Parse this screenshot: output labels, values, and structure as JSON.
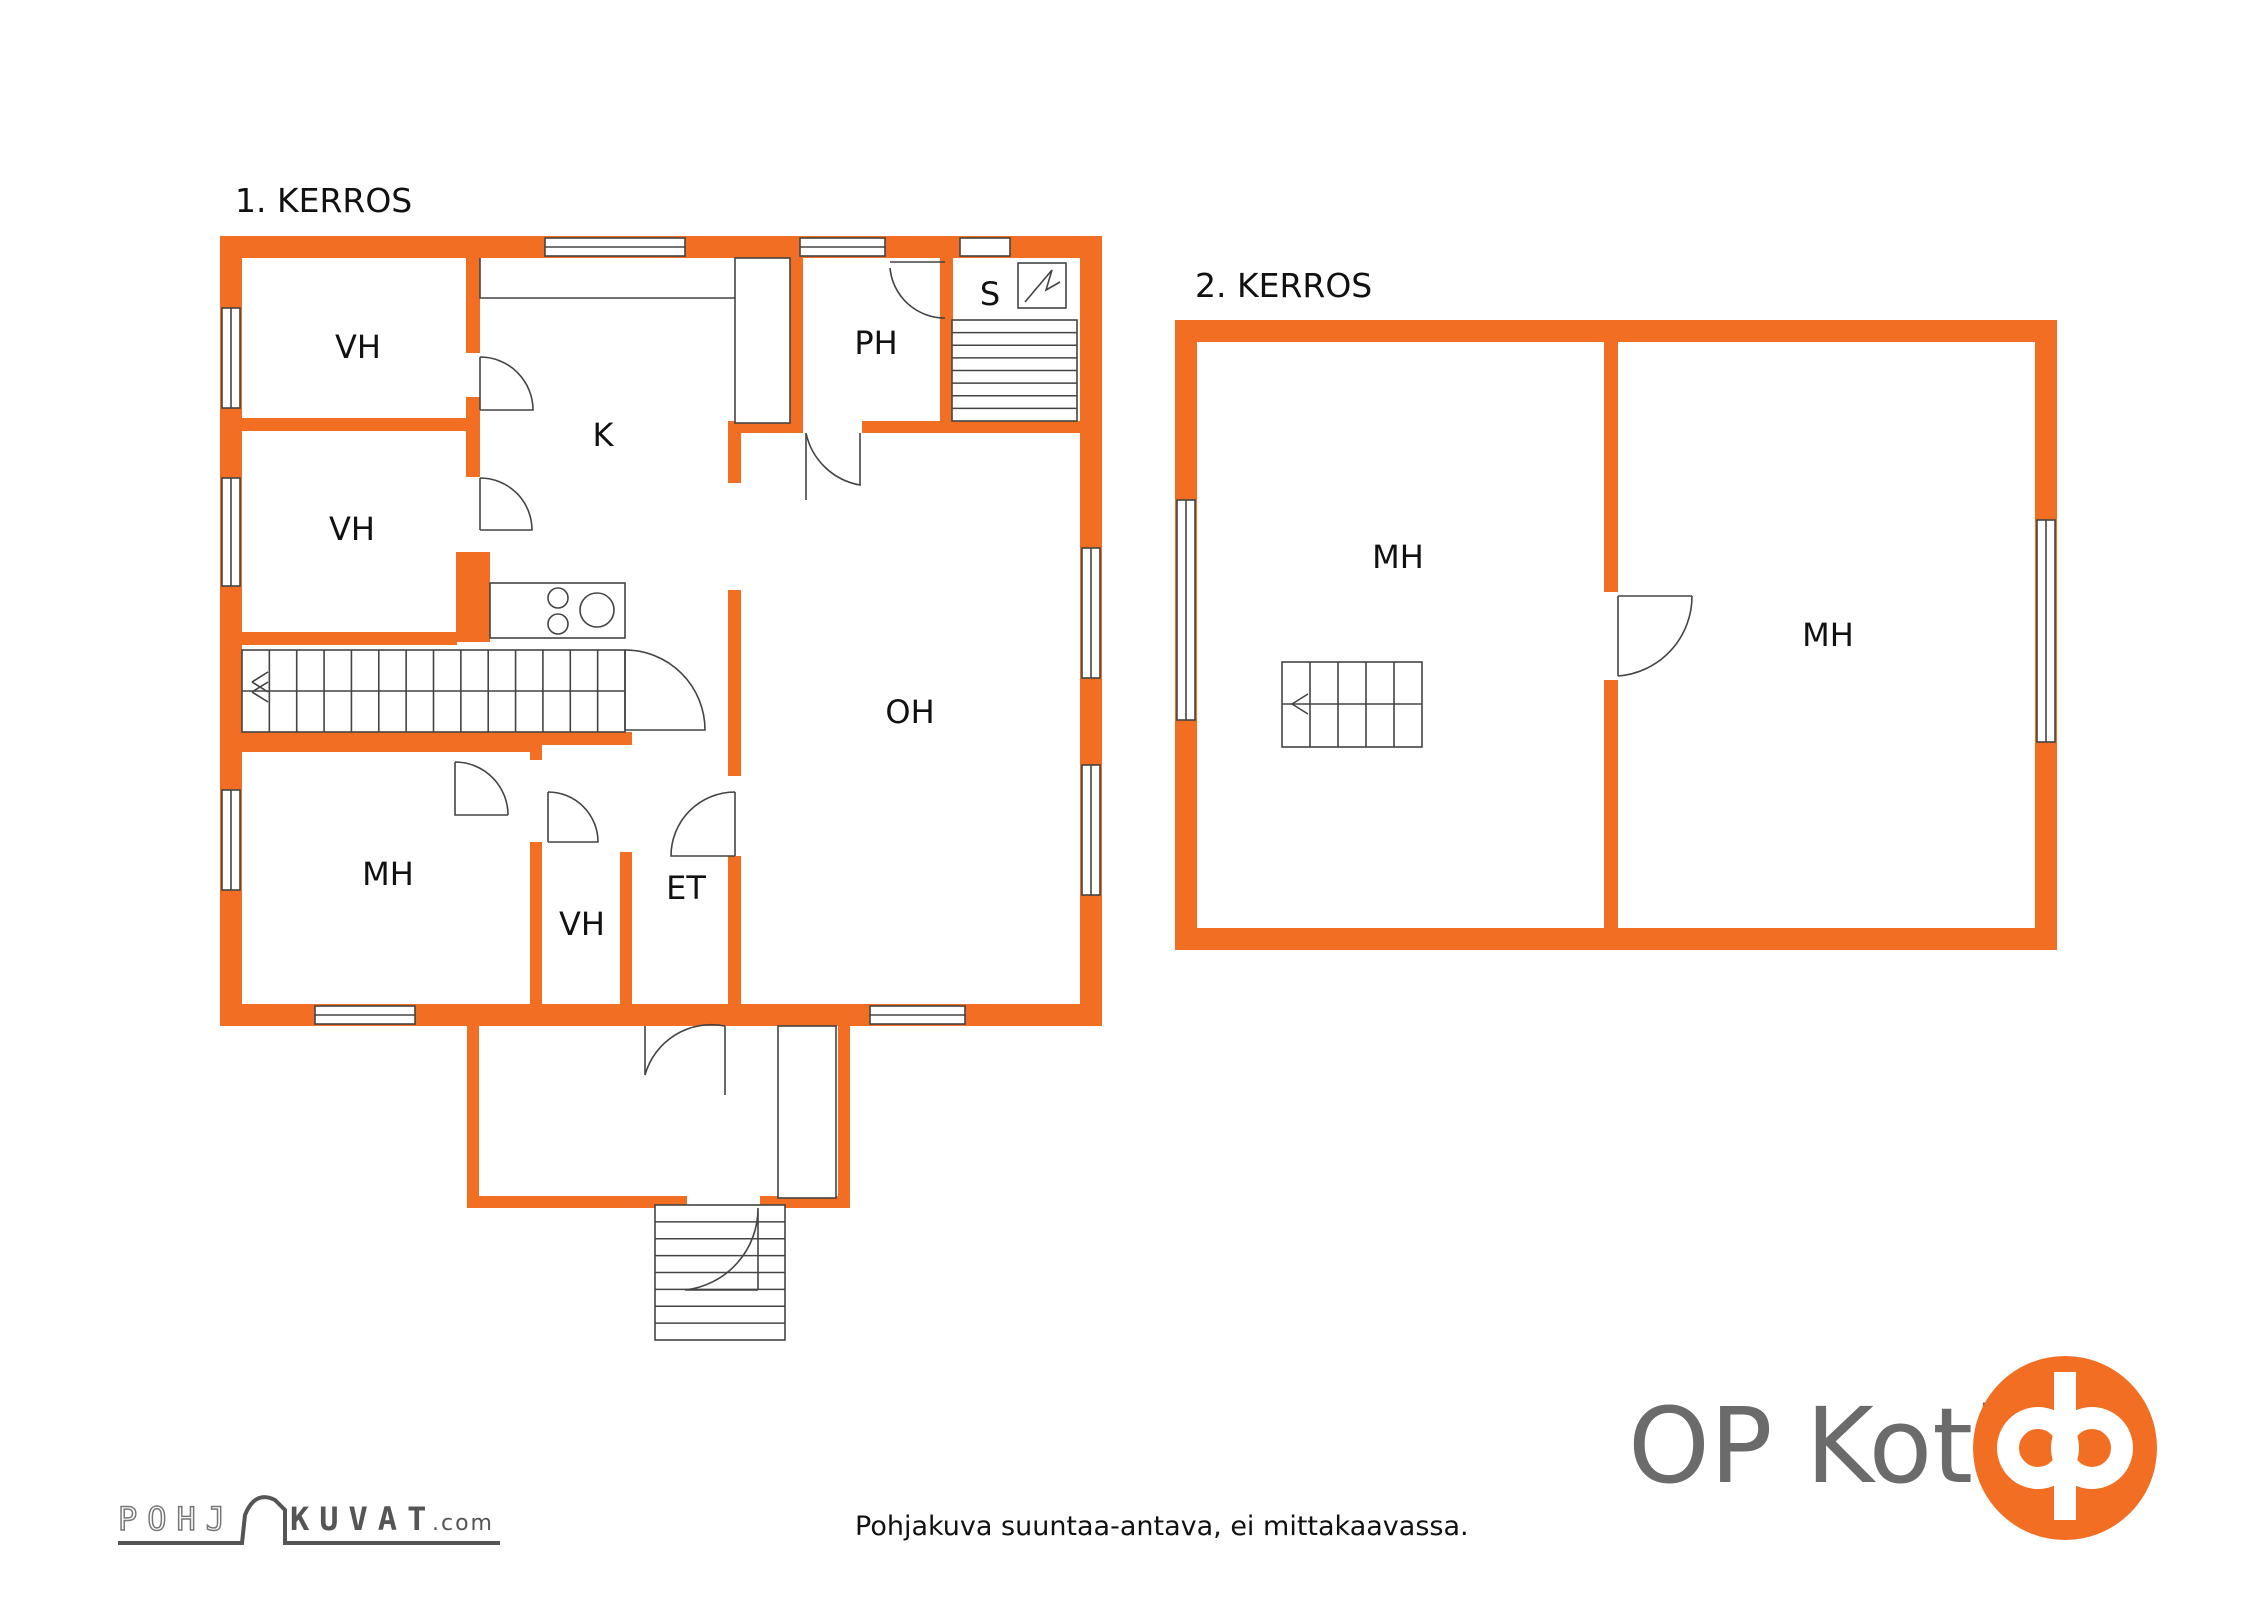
{
  "floors": [
    {
      "title": "1. KERROS"
    },
    {
      "title": "2. KERROS"
    }
  ],
  "rooms": {
    "vh1": "VH",
    "vh2": "VH",
    "k": "K",
    "ph": "PH",
    "s": "S",
    "oh": "OH",
    "mh1": "MH",
    "vh3": "VH",
    "et": "ET",
    "mh2": "MH",
    "mh3": "MH"
  },
  "brand": {
    "name": "OP Koti",
    "color": "#F26E22",
    "logo": "op-logo-icon"
  },
  "watermark": {
    "left": "POHJ",
    "right": "KUVAT",
    "suffix": ".com"
  },
  "disclaimer": "Pohjakuva suuntaa-antava, ei mittakaavassa.",
  "colors": {
    "wall": "#F26E22",
    "text": "#111111",
    "brand_gray": "#6b6b6b"
  }
}
